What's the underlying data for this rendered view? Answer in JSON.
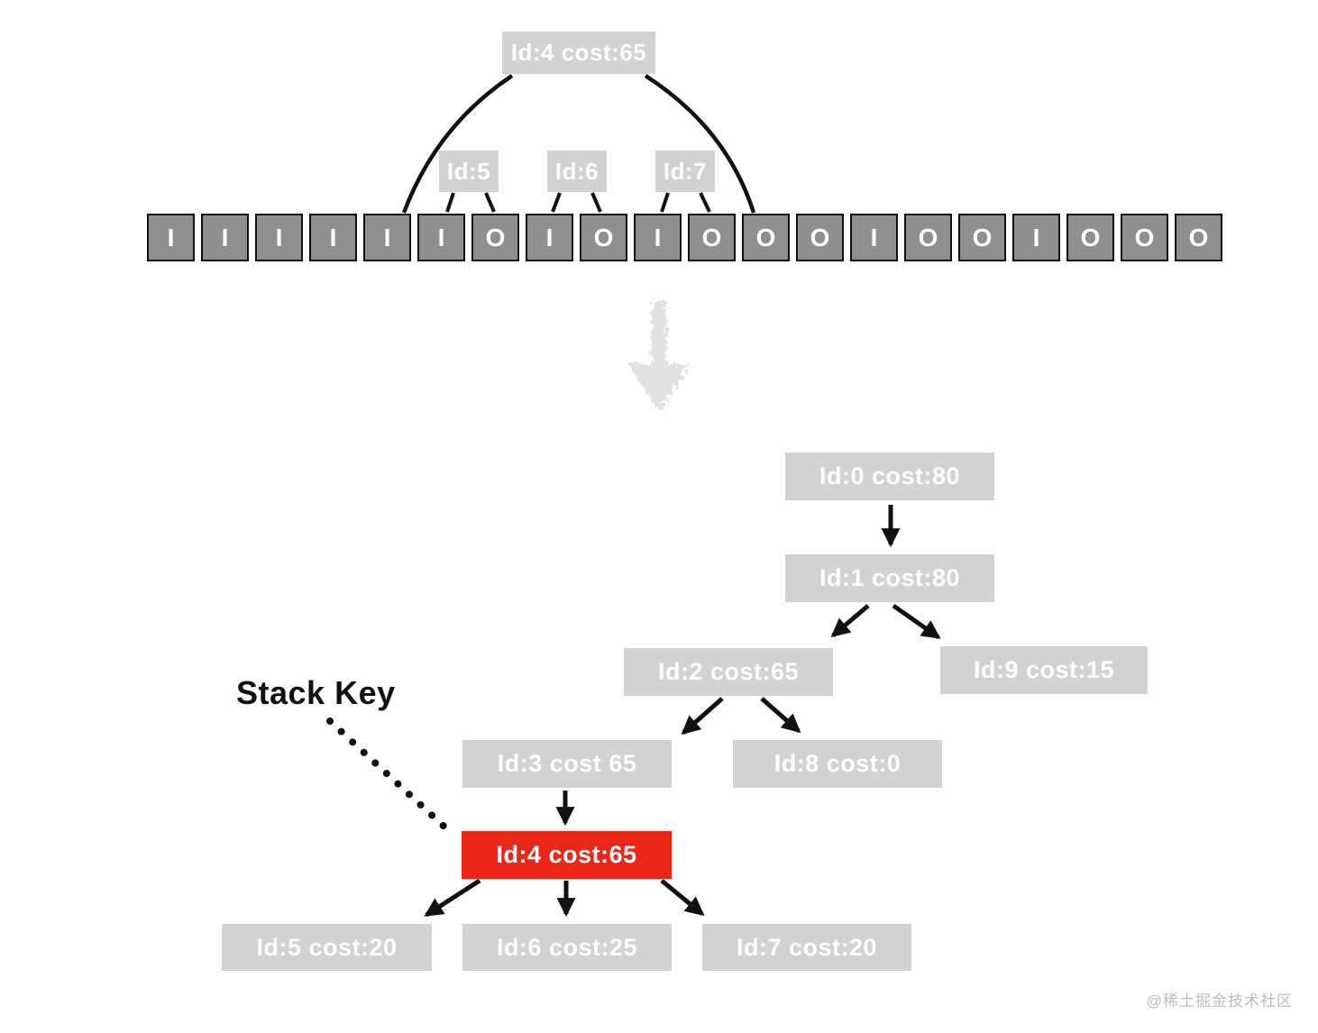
{
  "top_diagram": {
    "root_label": "Id:4 cost:65",
    "child_labels": [
      "Id:5",
      "Id:6",
      "Id:7"
    ],
    "cells": [
      "I",
      "I",
      "I",
      "I",
      "I",
      "I",
      "O",
      "I",
      "O",
      "I",
      "O",
      "O",
      "O",
      "I",
      "O",
      "O",
      "I",
      "O",
      "O",
      "O"
    ]
  },
  "stack_tree": {
    "annotation": "Stack Key",
    "nodes": [
      {
        "id": "id0",
        "label": "Id:0 cost:80",
        "highlight": false
      },
      {
        "id": "id1",
        "label": "Id:1 cost:80",
        "highlight": false
      },
      {
        "id": "id2",
        "label": "Id:2 cost:65",
        "highlight": false
      },
      {
        "id": "id9",
        "label": "Id:9 cost:15",
        "highlight": false
      },
      {
        "id": "id3",
        "label": "Id:3 cost 65",
        "highlight": false
      },
      {
        "id": "id8",
        "label": "Id:8 cost:0",
        "highlight": false
      },
      {
        "id": "id4",
        "label": "Id:4 cost:65",
        "highlight": true
      },
      {
        "id": "id5",
        "label": "Id:5 cost:20",
        "highlight": false
      },
      {
        "id": "id6",
        "label": "Id:6 cost:25",
        "highlight": false
      },
      {
        "id": "id7",
        "label": "Id:7 cost:20",
        "highlight": false
      }
    ]
  },
  "watermark": "@稀土掘金技术社区",
  "colors": {
    "accent_red": "#ea2617",
    "node_gray": "#d2d2d2",
    "cell_gray": "#8f8f8f",
    "line_black": "#111111",
    "chalk_gray": "#e2e2e2"
  }
}
